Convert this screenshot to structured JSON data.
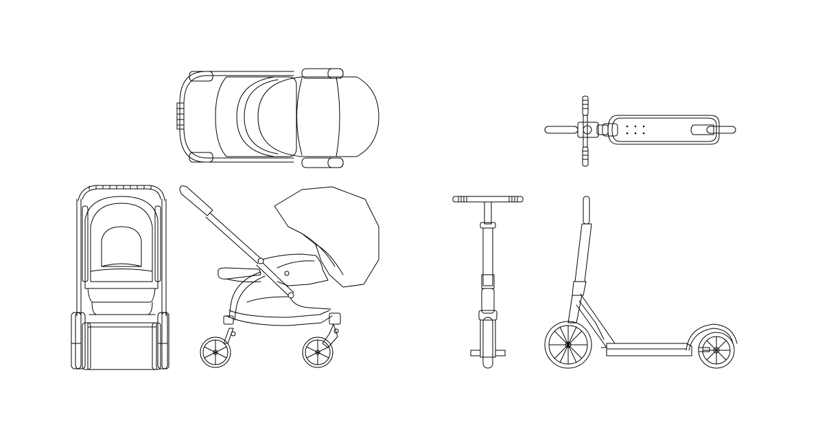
{
  "drawing": {
    "background": "#ffffff",
    "line_color": "#000000",
    "views": [
      {
        "object": "stroller",
        "view": "top"
      },
      {
        "object": "stroller",
        "view": "front"
      },
      {
        "object": "stroller",
        "view": "side"
      },
      {
        "object": "kick-scooter",
        "view": "top"
      },
      {
        "object": "kick-scooter",
        "view": "front"
      },
      {
        "object": "kick-scooter",
        "view": "side"
      }
    ]
  }
}
